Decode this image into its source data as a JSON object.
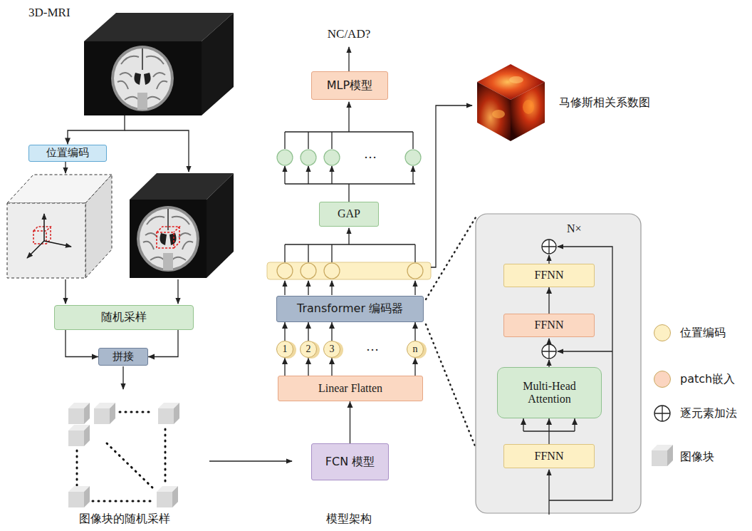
{
  "diagram": {
    "nodes": [
      {
        "text": [
          "3D-MRI"
        ]
      },
      {
        "text": [
          "位置编码"
        ]
      },
      {
        "text": [
          "随机采样"
        ]
      },
      {
        "text": [
          "拼接"
        ]
      },
      {
        "text": [
          "FCN 模型"
        ]
      },
      {
        "text": [
          "Linear Flatten"
        ]
      },
      {
        "text": [
          "1"
        ]
      },
      {
        "text": [
          "2"
        ]
      },
      {
        "text": [
          "3"
        ]
      },
      {
        "text": [
          "n"
        ]
      },
      {
        "text": [
          "Transformer 编码器"
        ]
      },
      {
        "text": [
          "GAP"
        ]
      },
      {
        "text": [
          "MLP模型"
        ]
      },
      {
        "text": [
          "N×"
        ]
      },
      {
        "text": [
          "FFNN"
        ],
        "in": 13
      },
      {
        "text": [
          "FFNN"
        ],
        "in": 13
      },
      {
        "text": [
          "Multi-Head Attention"
        ],
        "in": 13
      },
      {
        "text": [
          "FFNN"
        ],
        "in": 13
      }
    ],
    "edges": [
      {
        "from": 0,
        "to": 1,
        "arrow": "to"
      },
      {
        "from": 2,
        "to": 3,
        "arrow": "to"
      },
      {
        "from": 4,
        "to": 5,
        "arrow": "to"
      },
      {
        "from": 5,
        "to": 6,
        "arrow": "to"
      },
      {
        "from": 5,
        "to": 7,
        "arrow": "to"
      },
      {
        "from": 5,
        "to": 8,
        "arrow": "to"
      },
      {
        "from": 5,
        "to": 9,
        "arrow": "to"
      },
      {
        "from": 6,
        "to": 10,
        "arrow": "to"
      },
      {
        "from": 7,
        "to": 10,
        "arrow": "to"
      },
      {
        "from": 8,
        "to": 10,
        "arrow": "to"
      },
      {
        "from": 9,
        "to": 10,
        "arrow": "to"
      },
      {
        "from": 17,
        "to": 16,
        "arrow": "to"
      },
      {
        "from": 15,
        "to": 14,
        "arrow": "to"
      }
    ],
    "labels": [
      "NC/AD?",
      "马修斯相关系数图",
      "…",
      "…",
      "图像块的随机采样",
      "模型架构"
    ],
    "legend": [
      {
        "text": "位置编码",
        "color": "#fdf0c4"
      },
      {
        "text": "patch嵌入",
        "color": "#fbd5c0"
      },
      {
        "text": "逐元素加法"
      },
      {
        "text": "图像块"
      }
    ]
  }
}
